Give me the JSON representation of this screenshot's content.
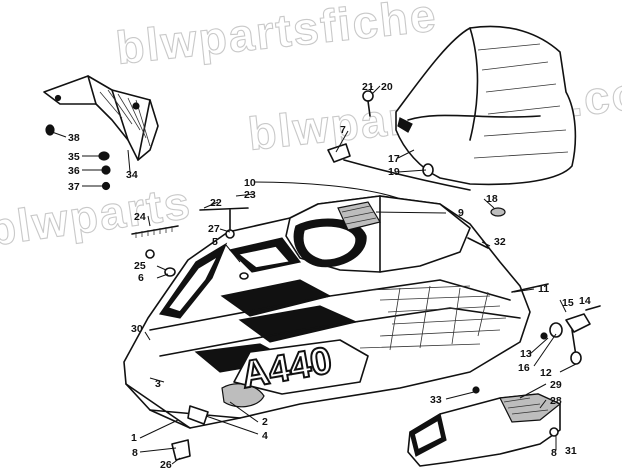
{
  "watermark": {
    "text_top": "blwpartsfiche",
    "text_middle": "blwpartsfiche.com",
    "text_left": "blwparts"
  },
  "decal": {
    "model_text": "A440"
  },
  "callouts": [
    {
      "id": "c1",
      "label": "1"
    },
    {
      "id": "c2",
      "label": "2"
    },
    {
      "id": "c3",
      "label": "3"
    },
    {
      "id": "c4",
      "label": "4"
    },
    {
      "id": "c5",
      "label": "5"
    },
    {
      "id": "c6",
      "label": "6"
    },
    {
      "id": "c7",
      "label": "7"
    },
    {
      "id": "c8a",
      "label": "8"
    },
    {
      "id": "c8b",
      "label": "8"
    },
    {
      "id": "c9",
      "label": "9"
    },
    {
      "id": "c10",
      "label": "10"
    },
    {
      "id": "c11",
      "label": "11"
    },
    {
      "id": "c12",
      "label": "12"
    },
    {
      "id": "c13",
      "label": "13"
    },
    {
      "id": "c14",
      "label": "14"
    },
    {
      "id": "c15",
      "label": "15"
    },
    {
      "id": "c16",
      "label": "16"
    },
    {
      "id": "c17",
      "label": "17"
    },
    {
      "id": "c18",
      "label": "18"
    },
    {
      "id": "c19",
      "label": "19"
    },
    {
      "id": "c20",
      "label": "20"
    },
    {
      "id": "c21",
      "label": "21"
    },
    {
      "id": "c22",
      "label": "22"
    },
    {
      "id": "c23",
      "label": "23"
    },
    {
      "id": "c24",
      "label": "24"
    },
    {
      "id": "c25",
      "label": "25"
    },
    {
      "id": "c26",
      "label": "26"
    },
    {
      "id": "c27",
      "label": "27"
    },
    {
      "id": "c28",
      "label": "28"
    },
    {
      "id": "c29",
      "label": "29"
    },
    {
      "id": "c30",
      "label": "30"
    },
    {
      "id": "c31",
      "label": "31"
    },
    {
      "id": "c32",
      "label": "32"
    },
    {
      "id": "c33",
      "label": "33"
    },
    {
      "id": "c34",
      "label": "34"
    },
    {
      "id": "c35",
      "label": "35"
    },
    {
      "id": "c36",
      "label": "36"
    },
    {
      "id": "c37",
      "label": "37"
    },
    {
      "id": "c38",
      "label": "38"
    }
  ]
}
